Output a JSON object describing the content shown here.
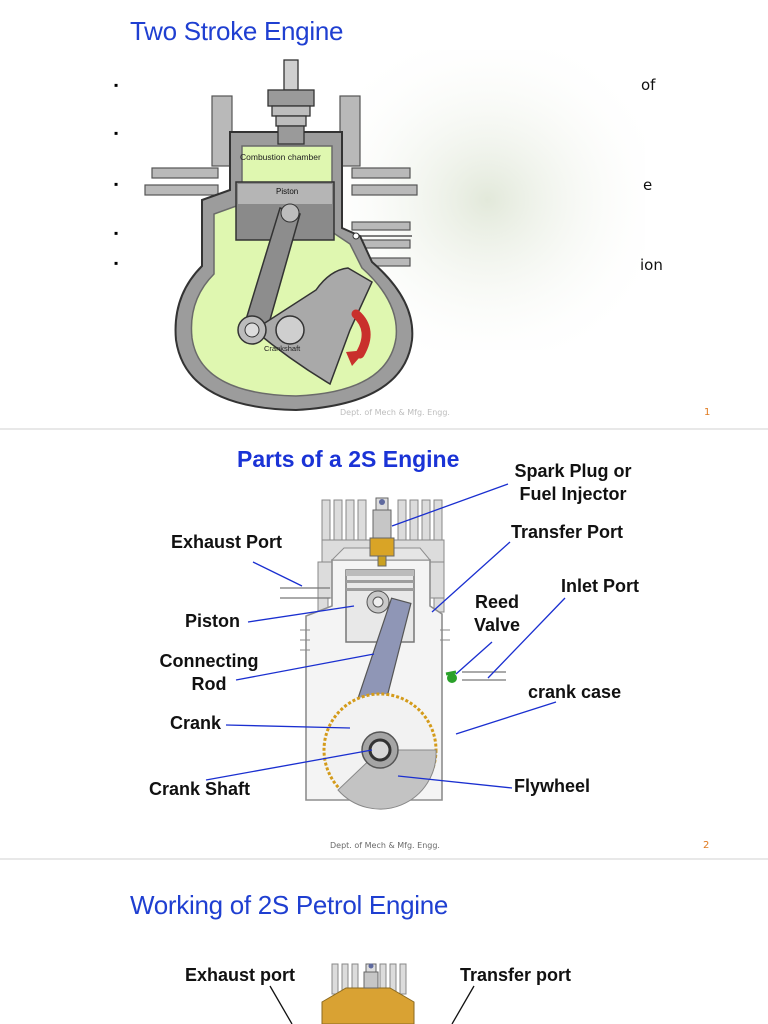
{
  "slides": [
    {
      "title": "Two Stroke Engine",
      "bullet_glyph": "▪",
      "bullet_tails": [
        "of",
        "",
        "e",
        "",
        "ion"
      ],
      "diagram_labels": {
        "combustion": "Combustion chamber",
        "piston": "Piston",
        "crankshaft": "Crankshaft"
      },
      "footer": "Dept. of Mech & Mfg. Engg.",
      "page": "1"
    },
    {
      "title": "Parts of a 2S Engine",
      "labels": {
        "spark": "Spark Plug or\nFuel Injector",
        "exhaust": "Exhaust Port",
        "transfer": "Transfer Port",
        "inlet": "Inlet Port",
        "reed": "Reed\nValve",
        "piston": "Piston",
        "connecting_rod": "Connecting\nRod",
        "crank_case": "crank case",
        "crank": "Crank",
        "crank_shaft": "Crank Shaft",
        "flywheel": "Flywheel"
      },
      "footer": "Dept. of Mech & Mfg. Engg.",
      "page": "2"
    },
    {
      "title": "Working of 2S Petrol Engine",
      "labels": {
        "exhaust": "Exhaust port",
        "transfer": "Transfer port"
      }
    }
  ],
  "colors": {
    "title_blue": "#1f3fd1",
    "diagram_green": "#dff7b0",
    "diagram_gray": "#9a9a9a",
    "arrow_red": "#c9302c",
    "leader_blue": "#1a2fd0",
    "page_orange": "#e07a1f"
  }
}
